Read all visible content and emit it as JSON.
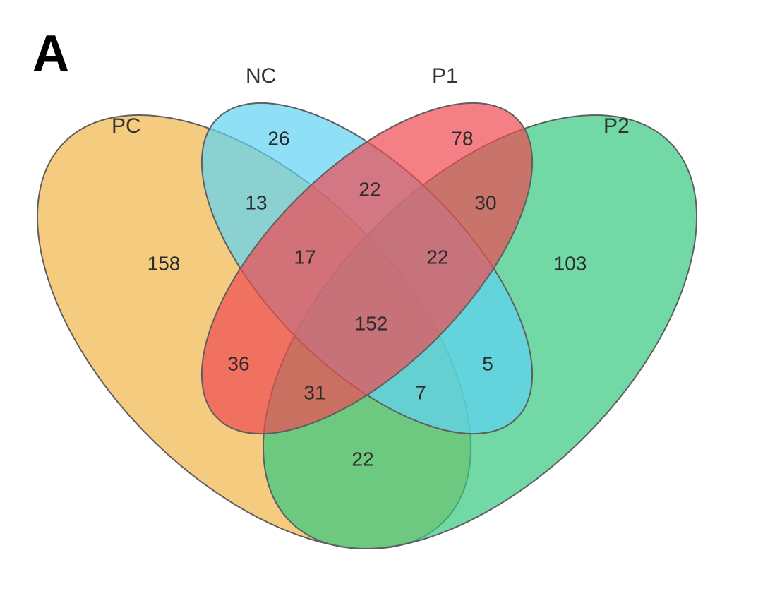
{
  "panel_label": "A",
  "sets": [
    {
      "key": "PC",
      "label": "PC",
      "color": "#f0b548"
    },
    {
      "key": "NC",
      "label": "NC",
      "color": "#5fd3f3"
    },
    {
      "key": "P1",
      "label": "P1",
      "color": "#ef4a52"
    },
    {
      "key": "P2",
      "label": "P2",
      "color": "#35c780"
    }
  ],
  "regions": {
    "PC_only": "158",
    "NC_only": "26",
    "P1_only": "78",
    "P2_only": "103",
    "PC_NC": "13",
    "NC_P1": "22",
    "P1_P2": "30",
    "PC_NC_P1": "17",
    "NC_P1_P2": "22",
    "all_four": "152",
    "PC_P1": "36",
    "PC_P1_P2": "31",
    "PC_NC_P2": "7",
    "NC_P2": "5",
    "PC_P2": "22"
  }
}
